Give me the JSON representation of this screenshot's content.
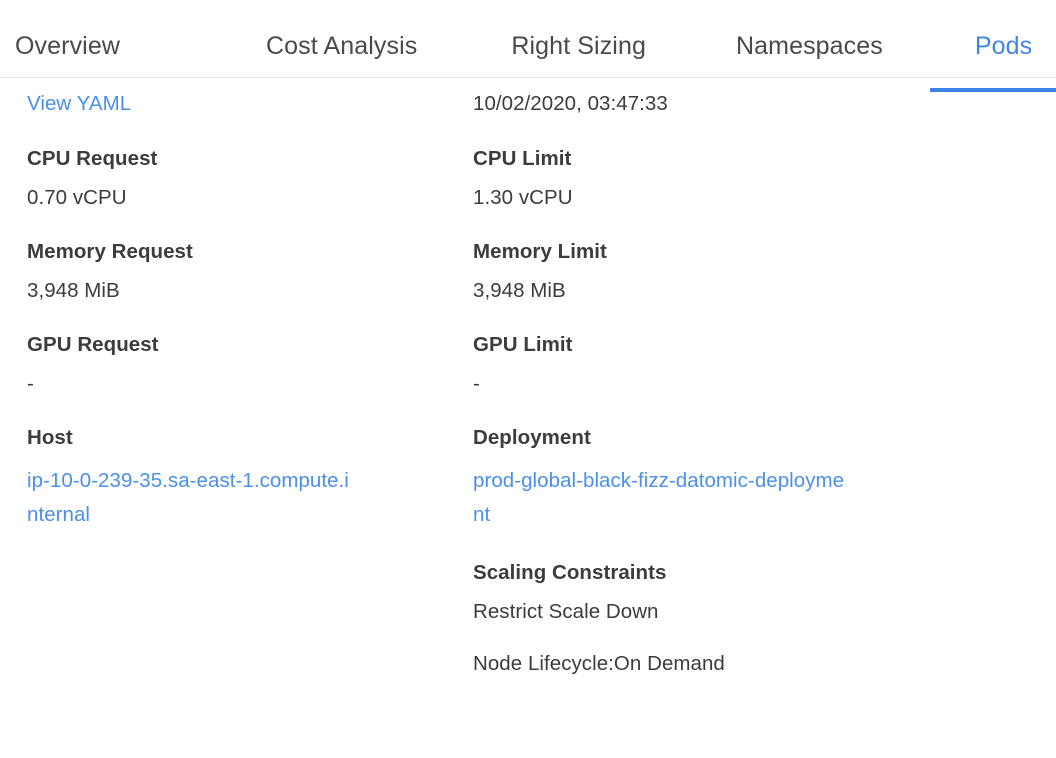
{
  "tabs": [
    {
      "label": "Overview",
      "active": false
    },
    {
      "label": "Cost Analysis",
      "active": false
    },
    {
      "label": "Right Sizing",
      "active": false
    },
    {
      "label": "Namespaces",
      "active": false
    },
    {
      "label": "Pods",
      "active": true
    }
  ],
  "colors": {
    "accent": "#3b82ea",
    "link": "#4a90ea",
    "text": "#3c3c3c",
    "border": "#e8e8e8"
  },
  "details": {
    "yaml_link": "View YAML",
    "timestamp": "10/02/2020, 03:47:33",
    "cpu_request": {
      "label": "CPU Request",
      "value": "0.70 vCPU"
    },
    "cpu_limit": {
      "label": "CPU Limit",
      "value": "1.30 vCPU"
    },
    "memory_request": {
      "label": "Memory Request",
      "value": "3,948 MiB"
    },
    "memory_limit": {
      "label": "Memory Limit",
      "value": "3,948 MiB"
    },
    "gpu_request": {
      "label": "GPU Request",
      "value": "-"
    },
    "gpu_limit": {
      "label": "GPU Limit",
      "value": "-"
    },
    "host": {
      "label": "Host",
      "value": "ip-10-0-239-35.sa-east-1.compute.internal"
    },
    "deployment": {
      "label": "Deployment",
      "value": "prod-global-black-fizz-datomic-deployment"
    },
    "scaling_constraints": {
      "label": "Scaling Constraints",
      "items": [
        "Restrict Scale Down",
        "Node Lifecycle:On Demand"
      ]
    }
  }
}
